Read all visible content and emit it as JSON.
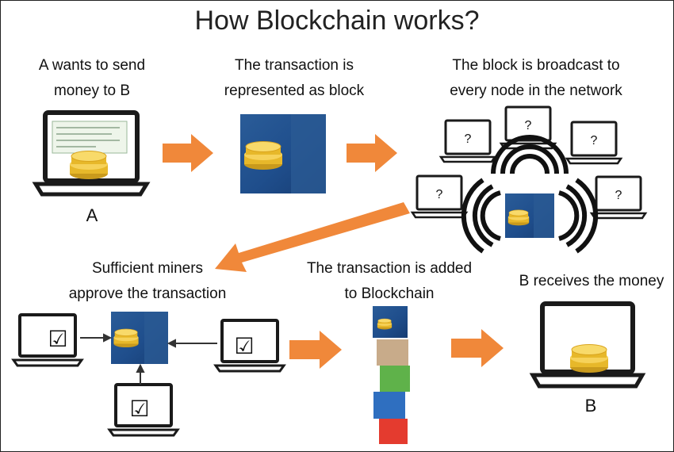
{
  "title": "How Blockchain works?",
  "steps": {
    "send": {
      "line1": "A wants to send",
      "line2": "money to B"
    },
    "block": {
      "line1": "The transaction is",
      "line2": "represented as block"
    },
    "broadcast": {
      "line1": "The block is broadcast to",
      "line2": "every node in the network"
    },
    "miners": {
      "line1": "Sufficient miners",
      "line2": "approve the transaction"
    },
    "added": {
      "line1": "The transaction is added",
      "line2": "to Blockchain"
    },
    "receive": {
      "line1": "B receives the money"
    }
  },
  "labels": {
    "sender": "A",
    "receiver": "B",
    "unknown": "?",
    "approved": "☑"
  },
  "icons": [
    "laptop-icon",
    "check-document-icon",
    "coin-stack-icon",
    "question-mark-icon",
    "checkbox-icon",
    "broadcast-signal-icon",
    "arrow-icon"
  ],
  "colors": {
    "arrow": "#f0883a",
    "block_blue": "#1f4e8c",
    "coin": "#f2c230",
    "stack": [
      "#1f4e8c",
      "#c8ab8a",
      "#5fb24a",
      "#2f6fc0",
      "#e43b2f"
    ]
  }
}
